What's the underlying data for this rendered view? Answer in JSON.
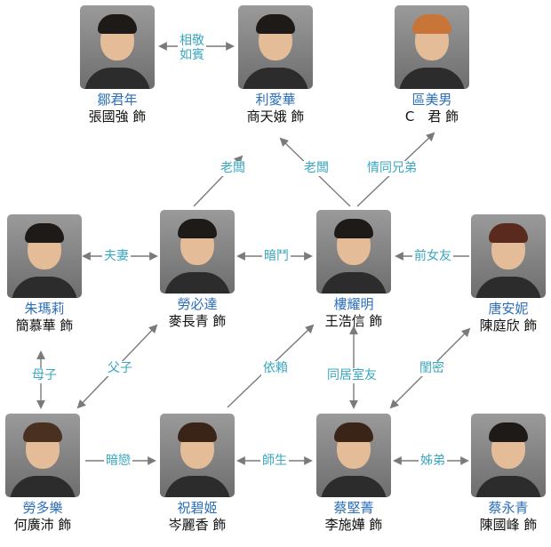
{
  "colors": {
    "name": "#2a6db8",
    "relation": "#38a7bf",
    "arrow": "#7a7a7a",
    "actor": "#111111"
  },
  "characters": {
    "zheng": {
      "name": "鄒君年",
      "actor": "張國強 飾",
      "photo": "man-glasses-suit-photo"
    },
    "liai": {
      "name": "利愛華",
      "actor": "商天娥 飾",
      "photo": "woman-short-hair-photo"
    },
    "ou": {
      "name": "區美男",
      "actor": "C　君 飾",
      "photo": "man-hat-glasses-photo"
    },
    "zhu": {
      "name": "朱瑪莉",
      "actor": "簡慕華 飾",
      "photo": "woman-long-hair-photo"
    },
    "lao": {
      "name": "勞必達",
      "actor": "麥長青 飾",
      "photo": "man-glasses-photo"
    },
    "lou": {
      "name": "樓耀明",
      "actor": "王浩信 飾",
      "photo": "man-glasses-photo"
    },
    "tang": {
      "name": "唐安妮",
      "actor": "陳庭欣 飾",
      "photo": "woman-photo"
    },
    "laoduo": {
      "name": "勞多樂",
      "actor": "何廣沛 飾",
      "photo": "young-man-photo"
    },
    "zhubi": {
      "name": "祝碧姬",
      "actor": "岑麗香 飾",
      "photo": "woman-photo"
    },
    "cai": {
      "name": "蔡堅菁",
      "actor": "李施嬅 飾",
      "photo": "woman-photo"
    },
    "caiyong": {
      "name": "蔡永青",
      "actor": "陳國峰 飾",
      "photo": "man-photo"
    }
  },
  "relations": {
    "xiangjing": "相敬\n如賓",
    "laoban1": "老闆",
    "laoban2": "老闆",
    "qingtong": "情同兄弟",
    "fuqi": "夫妻",
    "andou": "暗鬥",
    "qiannvyou": "前女友",
    "muzi": "母子",
    "fuzi": "父子",
    "yilai": "依賴",
    "tongju": "同居室友",
    "guimi": "閨密",
    "anlian": "暗戀",
    "shisheng": "師生",
    "zidi": "姊弟"
  }
}
